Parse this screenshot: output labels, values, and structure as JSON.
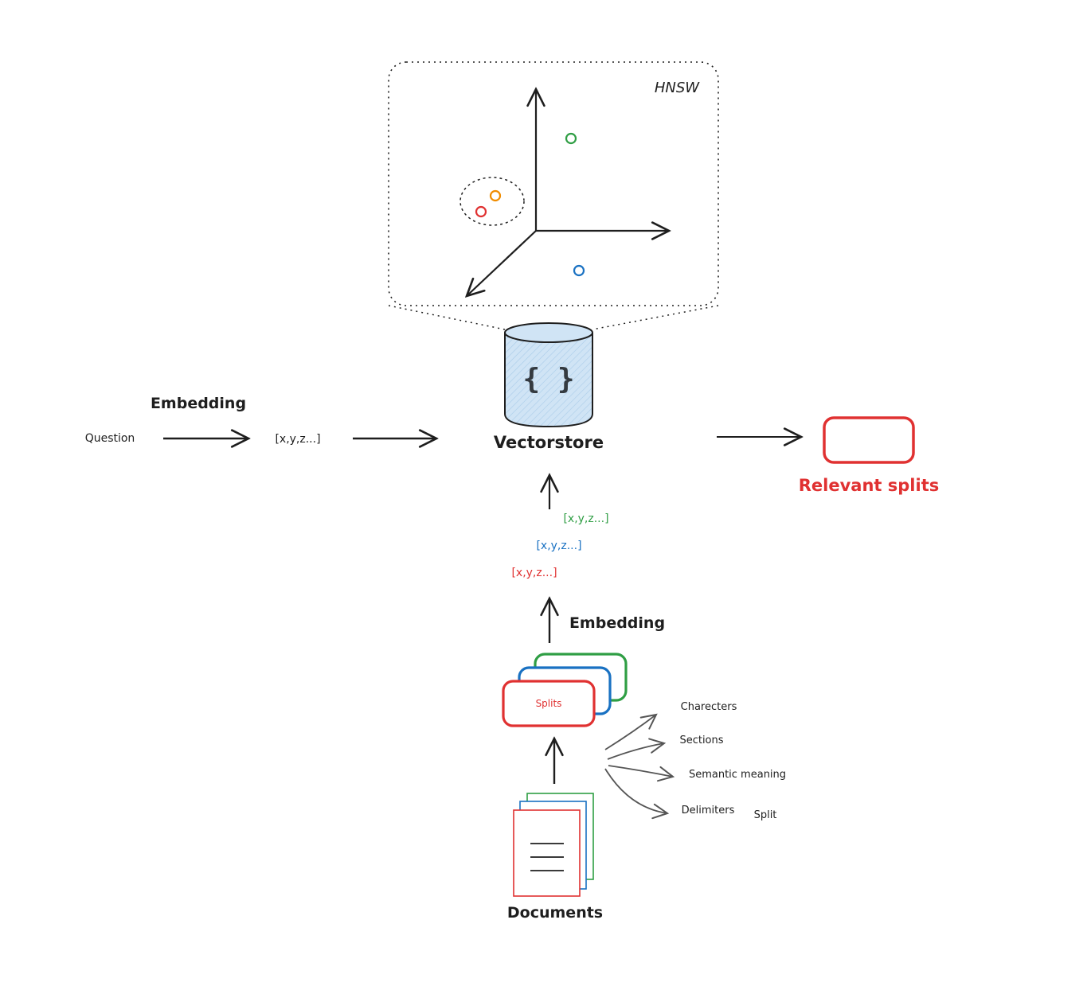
{
  "hnsw": {
    "title": "HNSW"
  },
  "query": {
    "question": "Question",
    "embedding_label": "Embedding",
    "vector": "[x,y,z...]"
  },
  "vectorstore": {
    "label": "Vectorstore",
    "glyph": "{ }"
  },
  "output": {
    "label": "Relevant splits"
  },
  "vectors": {
    "green": "[x,y,z...]",
    "blue": "[x,y,z...]",
    "red": "[x,y,z...]"
  },
  "doc_embedding_label": "Embedding",
  "splits": {
    "label": "Splits"
  },
  "split_methods": {
    "items": [
      "Charecters",
      "Sections",
      "Semantic meaning",
      "Delimiters"
    ],
    "title": "Split"
  },
  "documents": {
    "label": "Documents"
  },
  "colors": {
    "ink": "#1e1e1e",
    "red": "#e03131",
    "blue": "#1971c2",
    "green": "#2f9e44",
    "orange": "#f08c00",
    "db_fill": "#d0e4f5"
  }
}
